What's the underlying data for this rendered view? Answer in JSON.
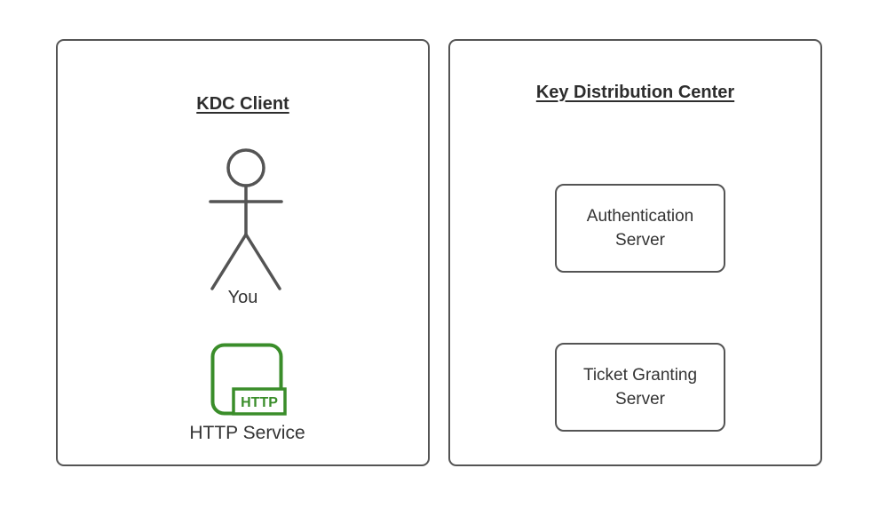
{
  "diagram": {
    "client_panel": {
      "title": "KDC Client",
      "actor_label": "You",
      "service_label": "HTTP Service",
      "service_badge": "HTTP"
    },
    "kdc_panel": {
      "title": "Key Distribution Center",
      "boxes": [
        {
          "label": "Authentication Server"
        },
        {
          "label": "Ticket Granting Server"
        }
      ]
    },
    "colors": {
      "panel_border_gray": "#545454",
      "text_dark": "#2d2d2d",
      "label_gray": "#333333",
      "service_green": "#3a8d2a"
    }
  }
}
